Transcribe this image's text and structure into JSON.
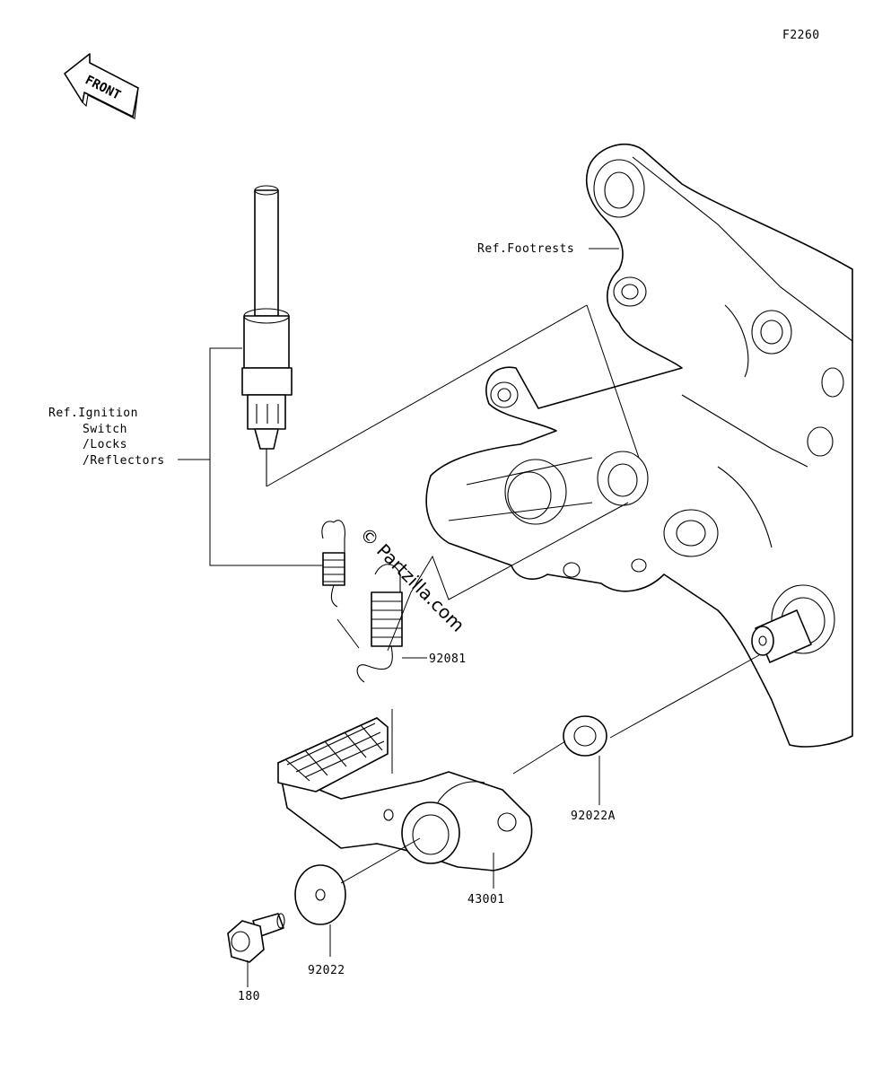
{
  "diagram_code": "F2260",
  "front_arrow_label": "FRONT",
  "watermark": "© Partzilla.com",
  "refs": {
    "footrests": "Ref.Footrests",
    "ignition": [
      "Ref.Ignition",
      "Switch",
      "/Locks",
      "/Reflectors"
    ]
  },
  "parts": [
    {
      "number": "92081",
      "item": "spring"
    },
    {
      "number": "92022A",
      "item": "washer"
    },
    {
      "number": "43001",
      "item": "brake-pedal"
    },
    {
      "number": "92022",
      "item": "washer"
    },
    {
      "number": "180",
      "item": "bolt"
    }
  ]
}
